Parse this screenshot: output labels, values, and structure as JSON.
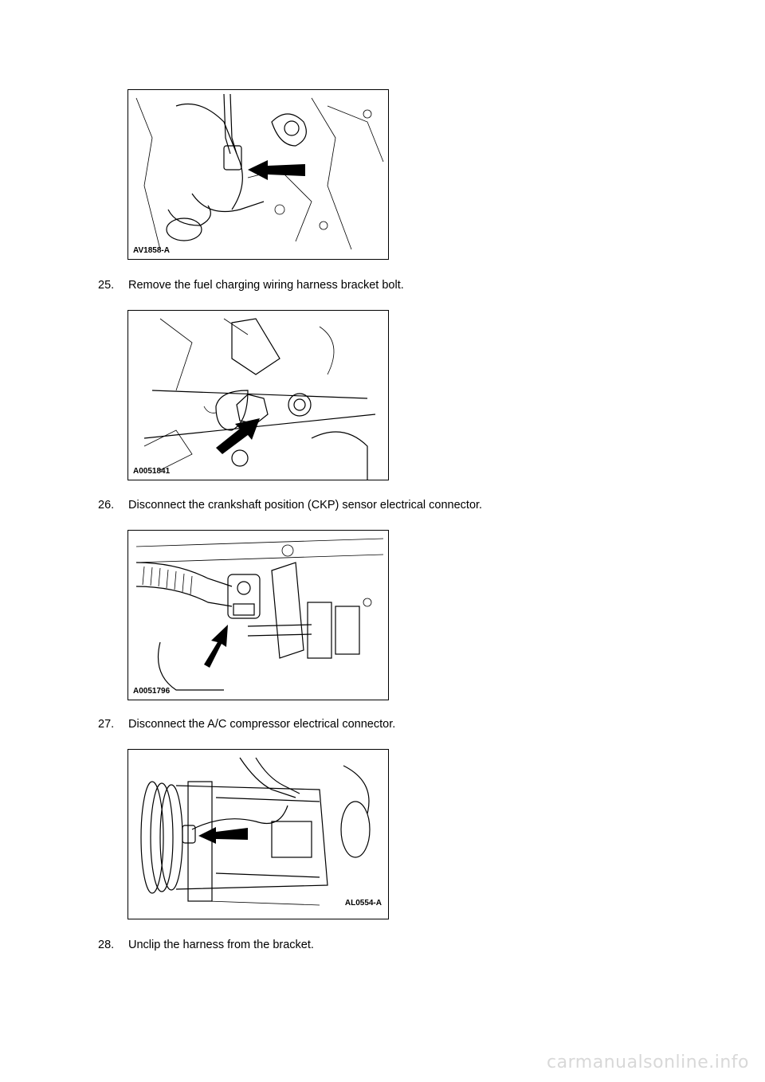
{
  "figures": [
    {
      "label": "AV1858-A"
    },
    {
      "label": "A0051841"
    },
    {
      "label": "A0051796"
    },
    {
      "label": "AL0554-A"
    }
  ],
  "steps": [
    {
      "number": "25.",
      "text": "Remove the fuel charging wiring harness bracket bolt."
    },
    {
      "number": "26.",
      "text": "Disconnect the crankshaft position (CKP) sensor electrical connector."
    },
    {
      "number": "27.",
      "text": "Disconnect the A/C compressor electrical connector."
    },
    {
      "number": "28.",
      "text": "Unclip the harness from the bracket."
    }
  ],
  "watermark": "carmanualsonline.info"
}
